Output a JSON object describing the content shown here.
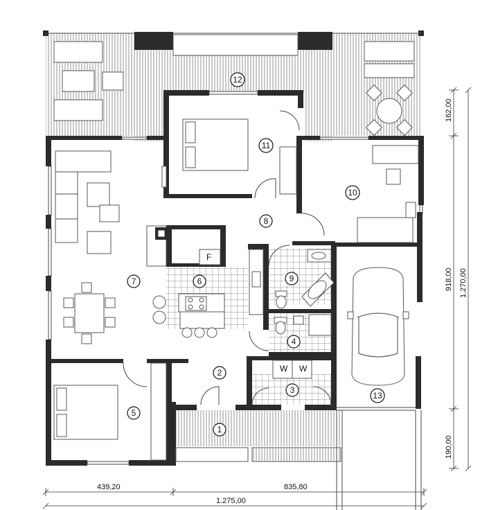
{
  "rooms": [
    {
      "number": "1"
    },
    {
      "number": "2"
    },
    {
      "number": "3"
    },
    {
      "number": "4"
    },
    {
      "number": "5"
    },
    {
      "number": "6"
    },
    {
      "number": "7"
    },
    {
      "number": "8"
    },
    {
      "number": "9"
    },
    {
      "number": "10"
    },
    {
      "number": "11"
    },
    {
      "number": "12"
    },
    {
      "number": "13"
    }
  ],
  "dimensions": {
    "bottom_left": "439,20",
    "bottom_right": "835,80",
    "bottom_total": "1.275,00",
    "right_top": "162,00",
    "right_middle": "918,00",
    "right_total": "1.270,00",
    "right_bottom": "190,00"
  },
  "appliance_labels": {
    "fridge": "F",
    "washer": "W",
    "dryer": "W"
  }
}
